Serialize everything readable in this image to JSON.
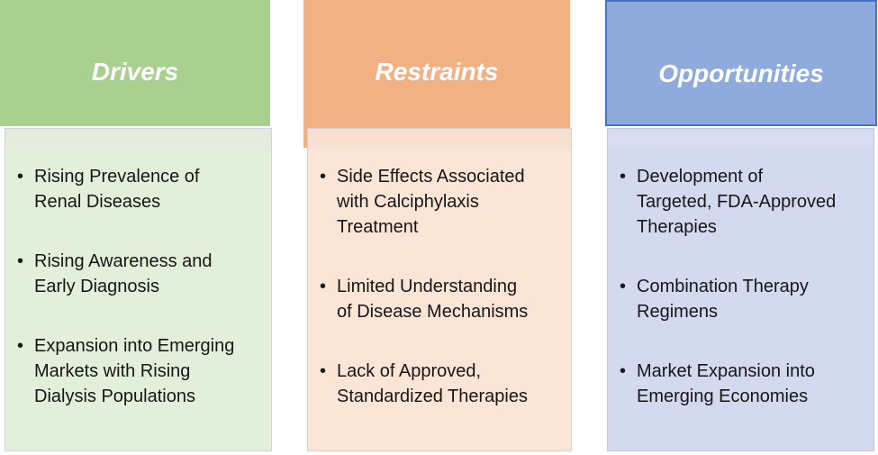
{
  "page": {
    "background_color": "#ffffff",
    "description": "Drivers / Restraints / Opportunities market analysis diagram"
  },
  "bullet_glyph": "•",
  "columns": [
    {
      "id": "drivers",
      "title": "Drivers",
      "header_color": "#a9d08e",
      "body_color": "#e2efda",
      "title_color": "#ffffff",
      "bullets": [
        "Rising Prevalence of\nRenal Diseases",
        "Rising Awareness and\nEarly Diagnosis",
        "Expansion into Emerging\nMarkets with Rising\nDialysis Populations"
      ]
    },
    {
      "id": "restraints",
      "title": "Restraints",
      "header_color": "#f2b183",
      "body_color": "#fbe5d7",
      "title_color": "#ffffff",
      "bullets": [
        "Side Effects Associated\nwith Calciphylaxis\nTreatment",
        "Limited Understanding\nof Disease Mechanisms",
        "Lack of Approved,\nStandardized Therapies"
      ]
    },
    {
      "id": "opportunities",
      "title": "Opportunities",
      "header_color": "#8faadc",
      "header_border_color": "#4472c4",
      "body_color": "#d3d9ee",
      "title_color": "#ffffff",
      "bullets": [
        "Development of\nTargeted, FDA-Approved\nTherapies",
        "Combination Therapy\nRegimens",
        "Market Expansion into\nEmerging Economies"
      ]
    }
  ]
}
